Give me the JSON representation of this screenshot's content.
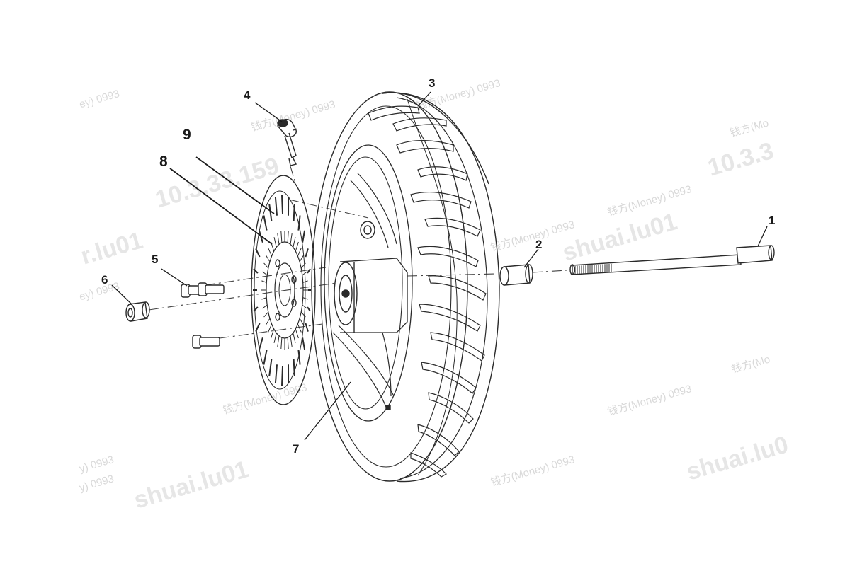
{
  "callouts": {
    "c1": "1",
    "c2": "2",
    "c3": "3",
    "c4": "4",
    "c5": "5",
    "c6": "6",
    "c7": "7",
    "c8": "8",
    "c9": "9"
  },
  "watermarks": {
    "money_a": "钱方(Money) 0993",
    "money_b": "ey) 0993",
    "money_c": "y) 0993",
    "money_d": "钱方(Mo",
    "ip_a": "10.3.33.159",
    "ip_b": "10.3.3",
    "user_a": "shuai.lu01",
    "user_b": "shuai.lu0",
    "user_c": "r.lu01"
  },
  "colors": {
    "line": "#2a2a2a",
    "watermark": "#d9d9d9"
  }
}
